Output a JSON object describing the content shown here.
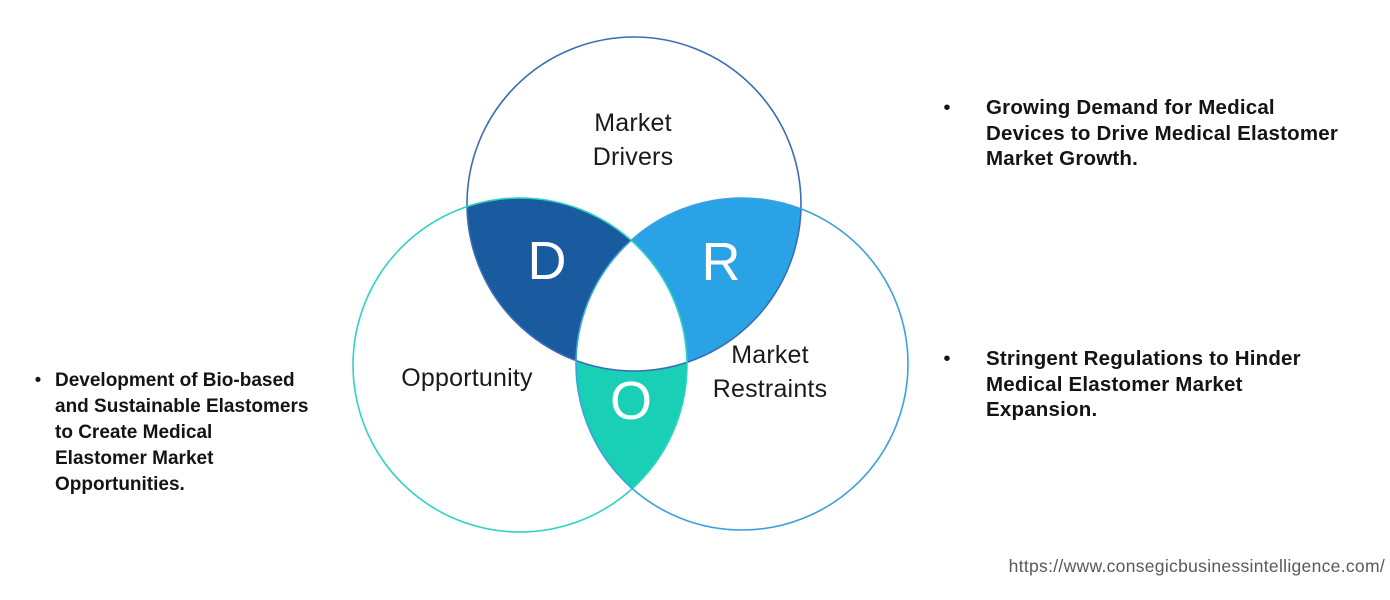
{
  "venn": {
    "labels": {
      "drivers": "Market\nDrivers",
      "opportunity": "Opportunity",
      "restraints": "Market\nRestraints"
    },
    "letters": {
      "d": "D",
      "r": "R",
      "o": "O"
    },
    "colors": {
      "lens_d": "#1a5a9e",
      "lens_r": "#2aa3e6",
      "lens_o": "#19d0b6",
      "ring_drivers": "#3a6db6",
      "ring_opportunity": "#2fd3c3",
      "ring_restraints": "#3aa2df",
      "triple_center": "#ffffff"
    }
  },
  "bullets": {
    "left": {
      "marker": "•",
      "text": "Development of Bio-based\nand Sustainable Elastomers\nto Create Medical\nElastomer Market\nOpportunities."
    },
    "right_top": {
      "marker": "•",
      "text": "Growing Demand for Medical\nDevices to Drive Medical Elastomer\nMarket Growth."
    },
    "right_bottom": {
      "marker": "•",
      "text": "Stringent Regulations to Hinder\nMedical Elastomer Market\nExpansion."
    }
  },
  "footer": {
    "url": "https://www.consegicbusinessintelligence.com/"
  }
}
